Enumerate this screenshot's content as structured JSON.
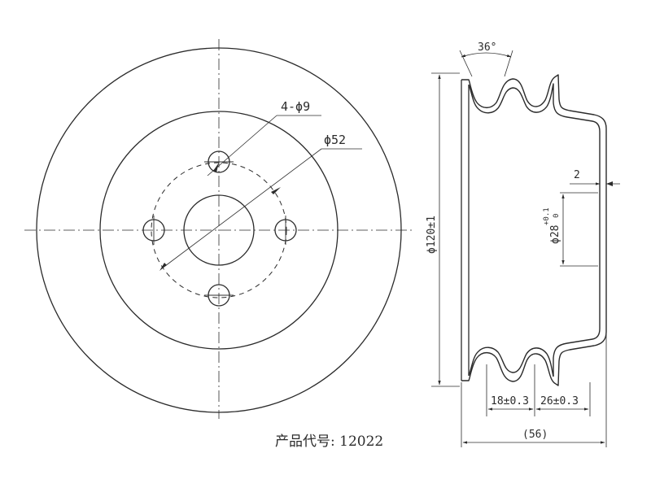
{
  "front_view": {
    "bolt_holes_label": "4-ϕ9",
    "bolt_circle_label": "ϕ52"
  },
  "side_view": {
    "groove_angle_label": "36°",
    "outer_diameter_label": "ϕ120±1",
    "thickness_label": "2",
    "bore_label": "ϕ28",
    "bore_tol_upper": "+0.1",
    "bore_tol_lower": "0",
    "groove_pitch_1_label": "18±0.3",
    "groove_pitch_2_label": "26±0.3",
    "overall_width_label": "(56)"
  },
  "product": {
    "code_label": "产品代号: 12022"
  }
}
